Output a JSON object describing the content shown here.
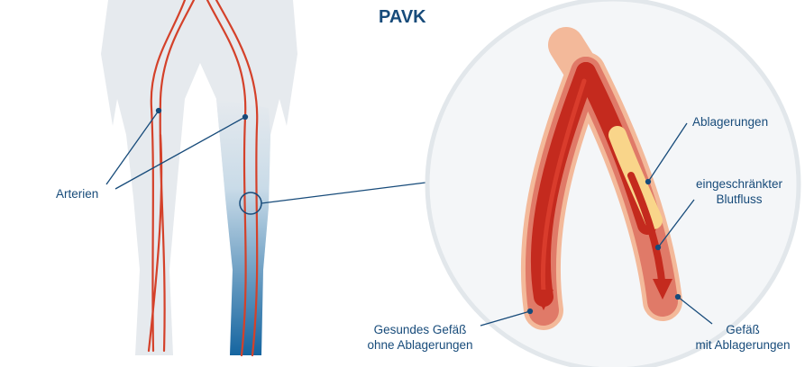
{
  "title": "PAVK",
  "labels": {
    "arteries": "Arterien",
    "deposits": "Ablagerungen",
    "restricted_flow_line1": "eingeschränkter",
    "restricted_flow_line2": "Blutfluss",
    "healthy_line1": "Gesundes Gefäß",
    "healthy_line2": "ohne Ablagerungen",
    "diseased_line1": "Gefäß",
    "diseased_line2": "mit Ablagerungen"
  },
  "colors": {
    "text": "#174b7a",
    "artery": "#d4412a",
    "silhouette": "#e6eaee",
    "plaque": "#f9d58a"
  }
}
